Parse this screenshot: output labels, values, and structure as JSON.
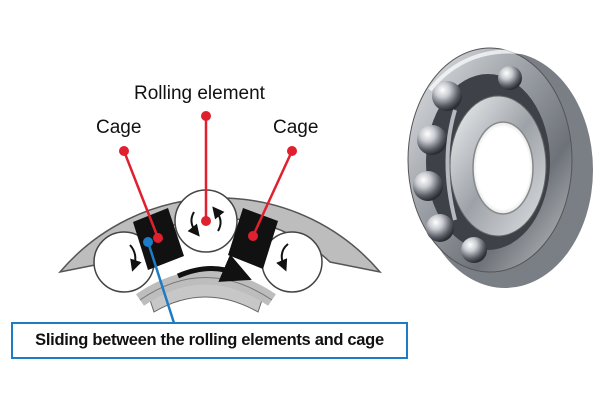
{
  "diagram": {
    "labels": {
      "rolling_element": "Rolling element",
      "cage_left": "Cage",
      "cage_right": "Cage"
    },
    "callout": {
      "text": "Sliding between the rolling elements and cage"
    },
    "colors": {
      "leader_red": "#e0202e",
      "callout_blue": "#1d7cc4",
      "ring_gray": "#bdbdbd",
      "cage_black": "#111111",
      "rolling_element": "#ffffff",
      "metal": "#a9adb3"
    }
  }
}
